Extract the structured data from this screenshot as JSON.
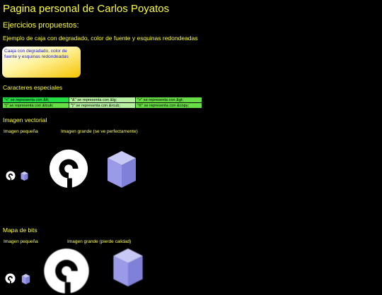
{
  "page_title": "Pagina personal de Carlos Poyatos",
  "section_exercises": "Ejercicios propuestos:",
  "exercise_box": {
    "heading": "Ejemplo de caja con degradado, color de fuente y esquinas redondeadas",
    "box_text": "Caaja con degradado, color de fuente y esquinas redondeadas"
  },
  "special_chars": {
    "heading": "Caracteres especiales",
    "rows": [
      [
        "\"<\" se representa con &lt;",
        "\"&\" se representa con &lg;",
        "\">\" se representa con &gt;"
      ],
      [
        "\"{\" se representa con &lcub;",
        "\"}\" se representa con &rcub;",
        "\"©\" se representa con &copy;"
      ]
    ]
  },
  "vector_section": {
    "heading": "Imagen vectorial",
    "small_label": "Imagen pequeña",
    "large_label": "Imagen grande (se ve perfectamente)"
  },
  "bitmap_section": {
    "heading": "Mapa de bits",
    "small_label": "Imagen pequeña",
    "large_label": "Imagen grande (pierde calidad)"
  },
  "colors": {
    "background": "#000000",
    "heading_text": "#ffff33",
    "box_text": "#1a1acc",
    "cube": "#9a9ae8"
  },
  "icons": [
    "spiral-icon",
    "cube-icon"
  ]
}
